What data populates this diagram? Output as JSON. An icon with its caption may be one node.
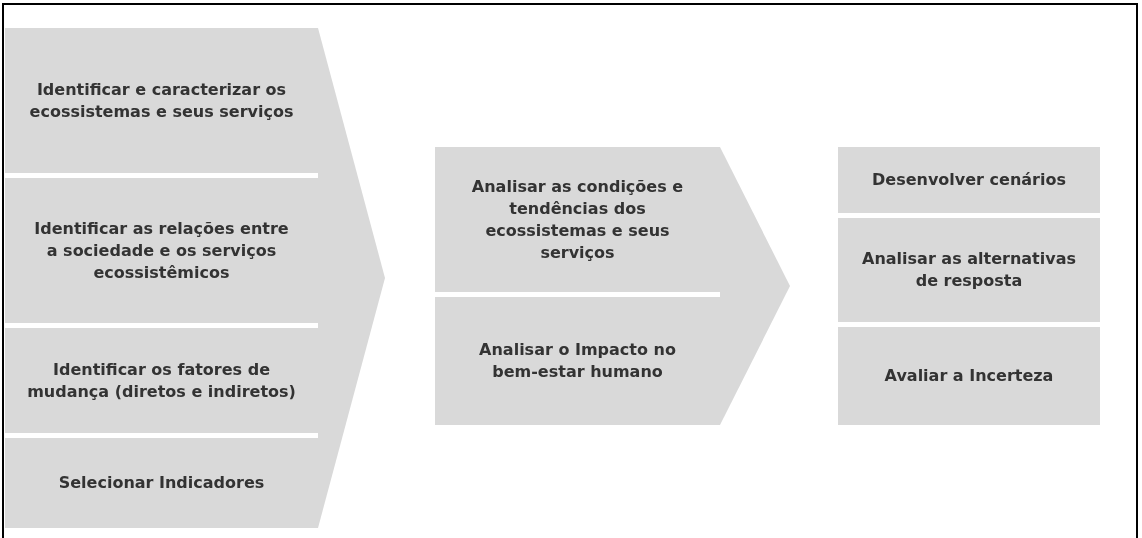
{
  "diagram": {
    "nodes": [
      {
        "text": [],
        "shape": "chevron"
      },
      {
        "text": [
          "Identificar e caracterizar os ecossistemas e seus serviços"
        ],
        "in": 0
      },
      {
        "text": [
          "Identificar as relações entre a sociedade e os serviços ecossistêmicos"
        ],
        "in": 0
      },
      {
        "text": [
          "Identificar os fatores de mudança (diretos e indiretos)"
        ],
        "in": 0
      },
      {
        "text": [
          "Selecionar Indicadores"
        ],
        "in": 0
      },
      {
        "text": [],
        "shape": "chevron"
      },
      {
        "text": [
          "Analisar as condições e tendências dos ecossistemas e seus serviços"
        ],
        "in": 5
      },
      {
        "text": [
          "Analisar o Impacto no bem-estar humano"
        ],
        "in": 5
      },
      {
        "text": [
          "Desenvolver cenários"
        ]
      },
      {
        "text": [
          "Analisar as alternativas de resposta"
        ]
      },
      {
        "text": [
          "Avaliar a Incerteza"
        ]
      }
    ],
    "edges": []
  }
}
